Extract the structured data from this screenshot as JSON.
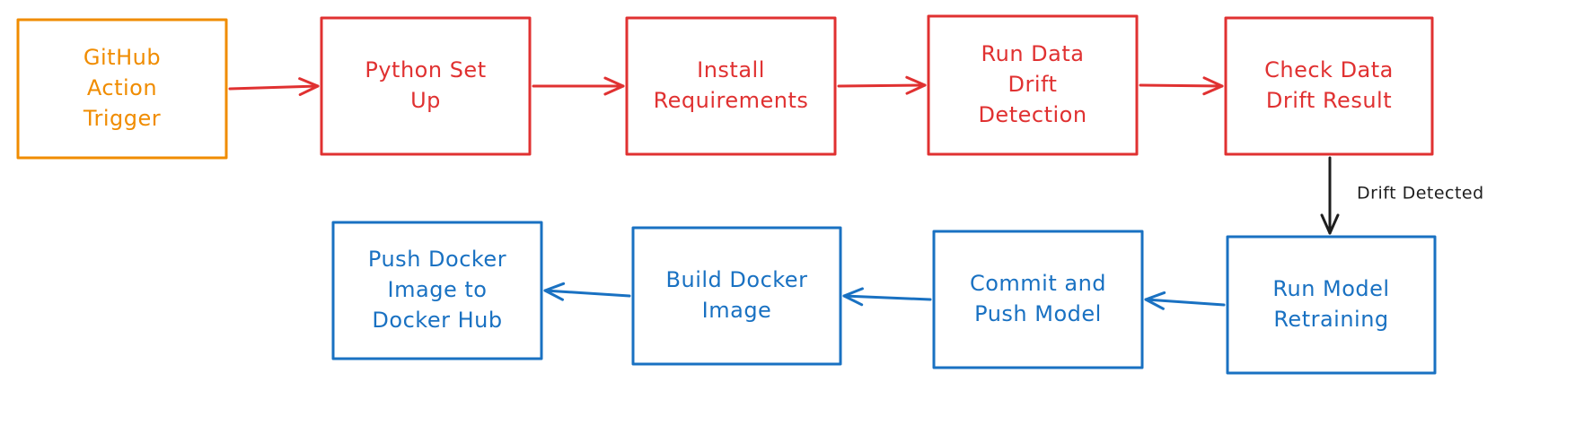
{
  "colors": {
    "trigger": "#f08c00",
    "stage_red": "#e03131",
    "stage_blue": "#1971c2",
    "connector_dark": "#1e1e1e"
  },
  "nodes": [
    {
      "id": "github-action-trigger",
      "lines": [
        "GitHub",
        "Action",
        "Trigger"
      ],
      "color": "trigger"
    },
    {
      "id": "python-set-up",
      "lines": [
        "Python Set",
        "Up"
      ],
      "color": "stage_red"
    },
    {
      "id": "install-requirements",
      "lines": [
        "Install",
        "Requirements"
      ],
      "color": "stage_red"
    },
    {
      "id": "run-data-drift-detection",
      "lines": [
        "Run Data",
        "Drift",
        "Detection"
      ],
      "color": "stage_red"
    },
    {
      "id": "check-data-drift-result",
      "lines": [
        "Check Data",
        "Drift Result"
      ],
      "color": "stage_red"
    },
    {
      "id": "run-model-retraining",
      "lines": [
        "Run Model",
        "Retraining"
      ],
      "color": "stage_blue"
    },
    {
      "id": "commit-and-push-model",
      "lines": [
        "Commit and",
        "Push Model"
      ],
      "color": "stage_blue"
    },
    {
      "id": "build-docker-image",
      "lines": [
        "Build Docker",
        "Image"
      ],
      "color": "stage_blue"
    },
    {
      "id": "push-docker-image",
      "lines": [
        "Push Docker",
        "Image to",
        "Docker Hub"
      ],
      "color": "stage_blue"
    }
  ],
  "edges": [
    {
      "from": "github-action-trigger",
      "to": "python-set-up",
      "label": "",
      "color": "stage_red"
    },
    {
      "from": "python-set-up",
      "to": "install-requirements",
      "label": "",
      "color": "stage_red"
    },
    {
      "from": "install-requirements",
      "to": "run-data-drift-detection",
      "label": "",
      "color": "stage_red"
    },
    {
      "from": "run-data-drift-detection",
      "to": "check-data-drift-result",
      "label": "",
      "color": "stage_red"
    },
    {
      "from": "check-data-drift-result",
      "to": "run-model-retraining",
      "label": "Drift Detected",
      "color": "connector_dark"
    },
    {
      "from": "run-model-retraining",
      "to": "commit-and-push-model",
      "label": "",
      "color": "stage_blue"
    },
    {
      "from": "commit-and-push-model",
      "to": "build-docker-image",
      "label": "",
      "color": "stage_blue"
    },
    {
      "from": "build-docker-image",
      "to": "push-docker-image",
      "label": "",
      "color": "stage_blue"
    }
  ]
}
